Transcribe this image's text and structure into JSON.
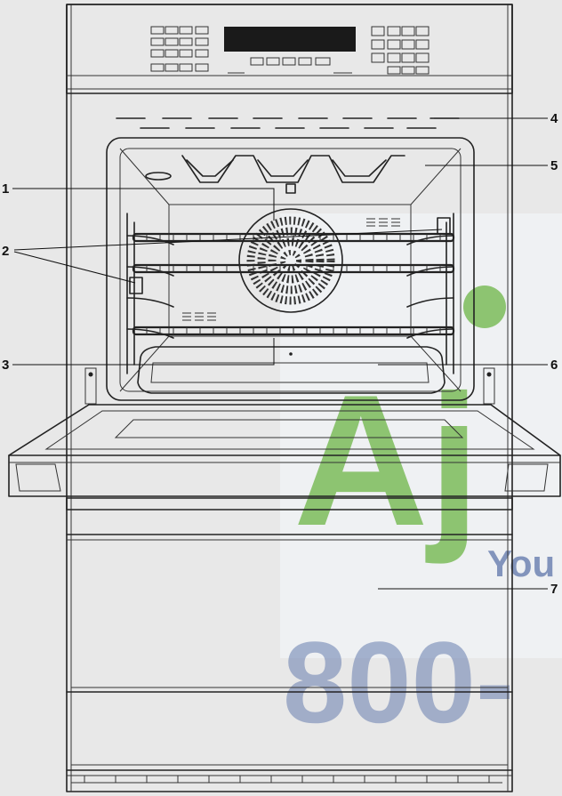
{
  "callouts": [
    {
      "label": "1"
    },
    {
      "label": "2"
    },
    {
      "label": "3"
    },
    {
      "label": "4"
    },
    {
      "label": "5"
    },
    {
      "label": "6"
    },
    {
      "label": "7"
    }
  ],
  "watermark": {
    "letters": "Aj",
    "tagline": "You",
    "number": "800-"
  },
  "colors": {
    "line": "#222222",
    "background": "#e8e8e8",
    "watermark_green": "#6fb84a",
    "watermark_blue": "#3c5a9c"
  }
}
